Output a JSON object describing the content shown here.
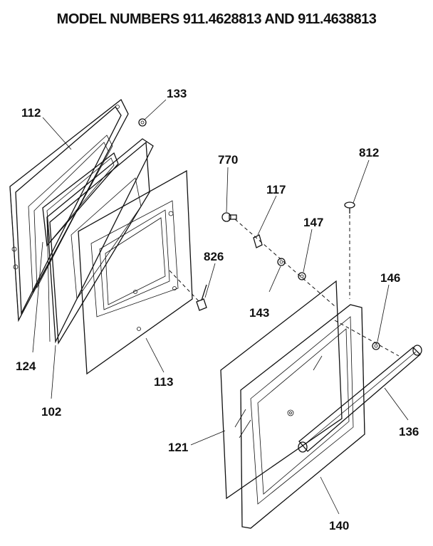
{
  "title": "MODEL NUMBERS 911.4628813 AND 911.4638813",
  "parts": {
    "p133": "133",
    "p112": "112",
    "p770": "770",
    "p812": "812",
    "p117": "117",
    "p147": "147",
    "p826": "826",
    "p146": "146",
    "p143": "143",
    "p124": "124",
    "p113": "113",
    "p102": "102",
    "p121": "121",
    "p136": "136",
    "p140": "140"
  }
}
